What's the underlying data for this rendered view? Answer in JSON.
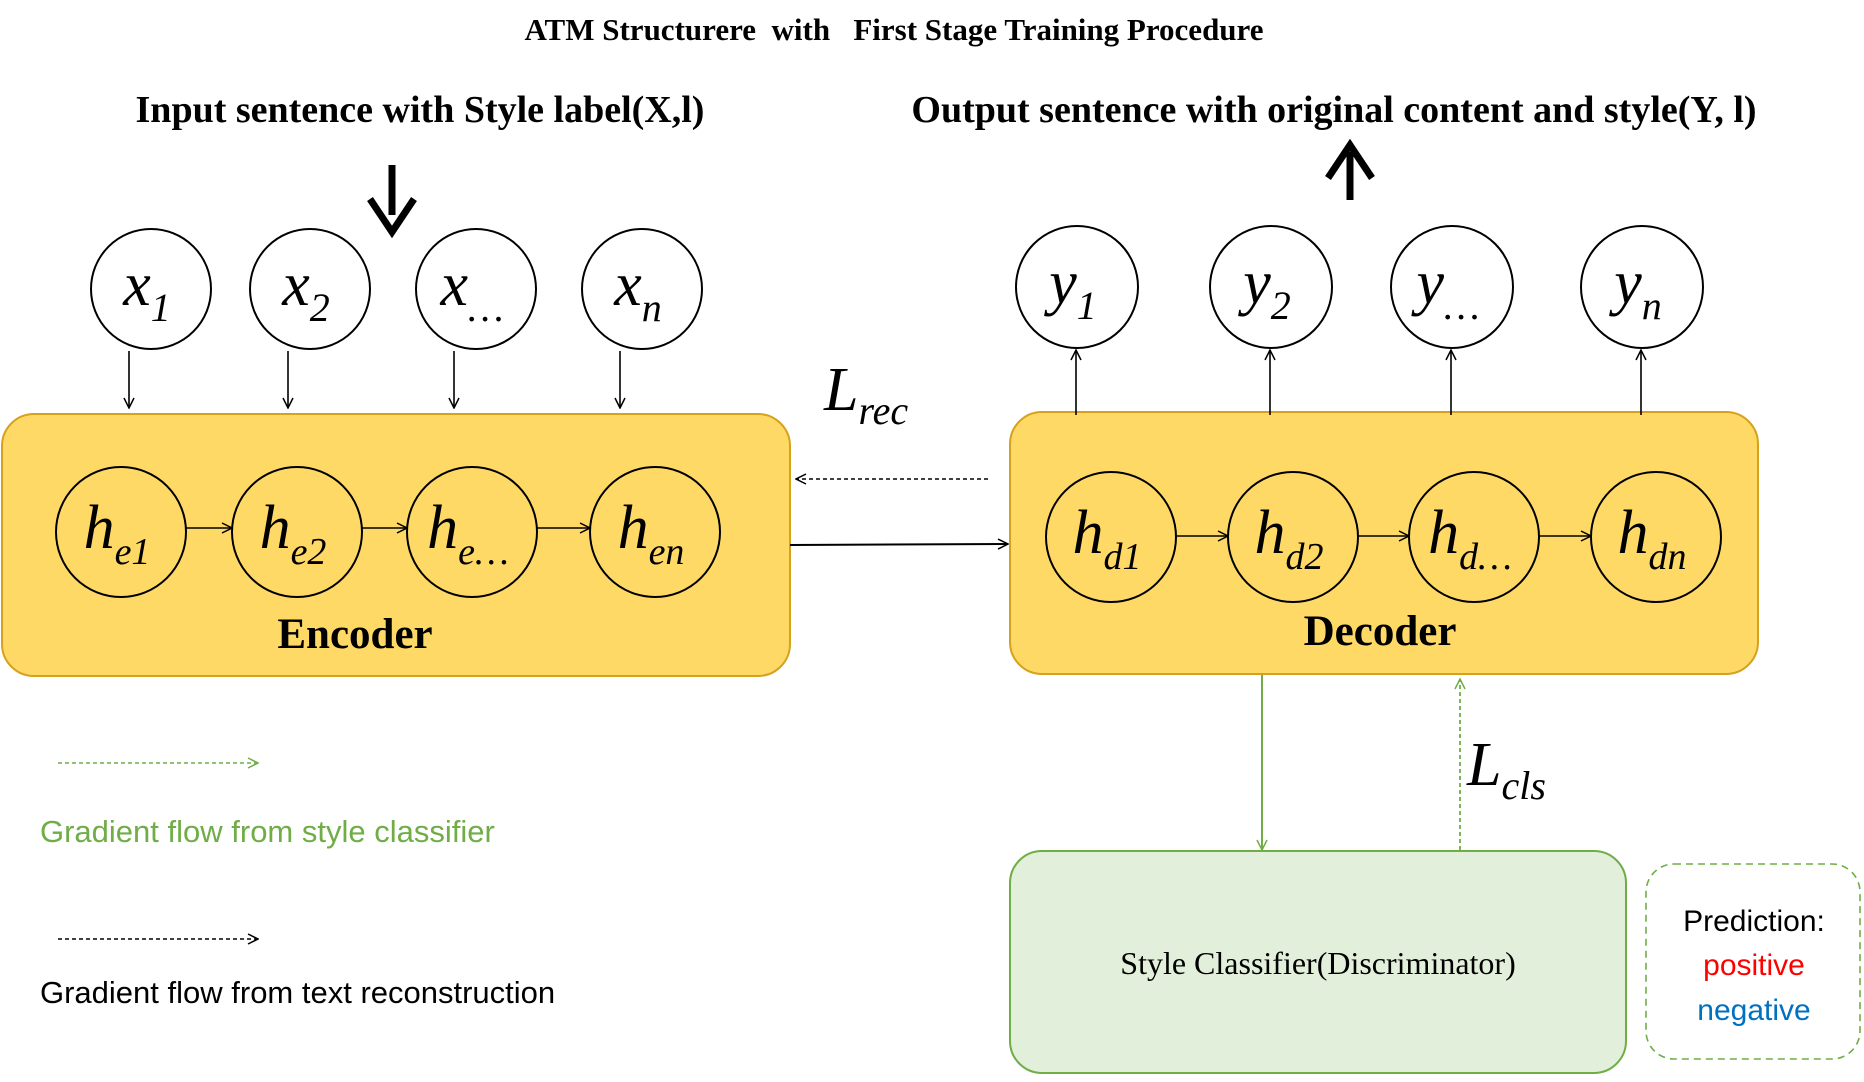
{
  "title": "ATM Structurere  with   First Stage Training Procedure",
  "input_heading": "Input sentence with Style label(X,l)",
  "output_heading": "Output sentence with original content and style(Y, l)",
  "encoder_label": "Encoder",
  "decoder_label": "Decoder",
  "input_nodes": [
    {
      "base": "x",
      "sub": "1"
    },
    {
      "base": "x",
      "sub": "2"
    },
    {
      "base": "x",
      "sub": "…"
    },
    {
      "base": "x",
      "sub": "n"
    }
  ],
  "output_nodes": [
    {
      "base": "y",
      "sub": "1"
    },
    {
      "base": "y",
      "sub": "2"
    },
    {
      "base": "y",
      "sub": "…"
    },
    {
      "base": "y",
      "sub": "n"
    }
  ],
  "encoder_states": [
    {
      "base": "h",
      "sub": "e1"
    },
    {
      "base": "h",
      "sub": "e2"
    },
    {
      "base": "h",
      "sub": "e…"
    },
    {
      "base": "h",
      "sub": "en"
    }
  ],
  "decoder_states": [
    {
      "base": "h",
      "sub": "d1"
    },
    {
      "base": "h",
      "sub": "d2"
    },
    {
      "base": "h",
      "sub": "d…"
    },
    {
      "base": "h",
      "sub": "dn"
    }
  ],
  "loss_rec": {
    "base": "L",
    "sub": "rec"
  },
  "loss_cls": {
    "base": "L",
    "sub": "cls"
  },
  "classifier_label": "Style Classifier(Discriminator)",
  "prediction": {
    "heading": "Prediction:",
    "positive": "positive",
    "negative": "negative"
  },
  "legend": {
    "style_gradient": "Gradient flow from style classifier",
    "text_gradient": "Gradient flow from text reconstruction"
  },
  "colors": {
    "block_fill": "#FFD966",
    "block_stroke": "#D6A21E",
    "classifier_fill": "#E2EFDA",
    "classifier_stroke": "#70AD47",
    "green": "#70AD47",
    "positive": "#FF0000",
    "negative": "#0070C0",
    "ink": "#000000"
  }
}
